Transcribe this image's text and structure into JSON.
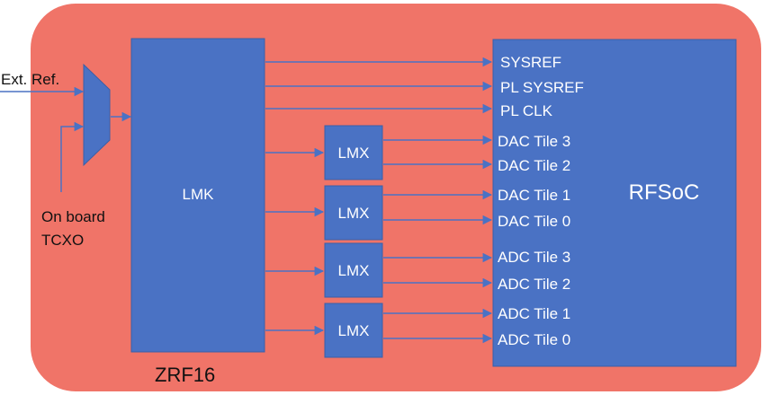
{
  "board_label": "ZRF16",
  "inputs": {
    "ext_ref": "Ext. Ref.",
    "tcxo_line1": "On board",
    "tcxo_line2": "TCXO"
  },
  "lmk": {
    "label": "LMK"
  },
  "lmx_blocks": [
    "LMX",
    "LMX",
    "LMX",
    "LMX"
  ],
  "rfsoc": {
    "label": "RFSoC"
  },
  "signals": [
    "SYSREF",
    "PL SYSREF",
    "PL CLK",
    "DAC Tile 3",
    "DAC Tile 2",
    "DAC Tile 1",
    "DAC Tile 0",
    "ADC Tile 3",
    "ADC Tile 2",
    "ADC Tile 1",
    "ADC Tile 0"
  ],
  "colors": {
    "board": "#f07468",
    "block": "#4a72c4"
  }
}
